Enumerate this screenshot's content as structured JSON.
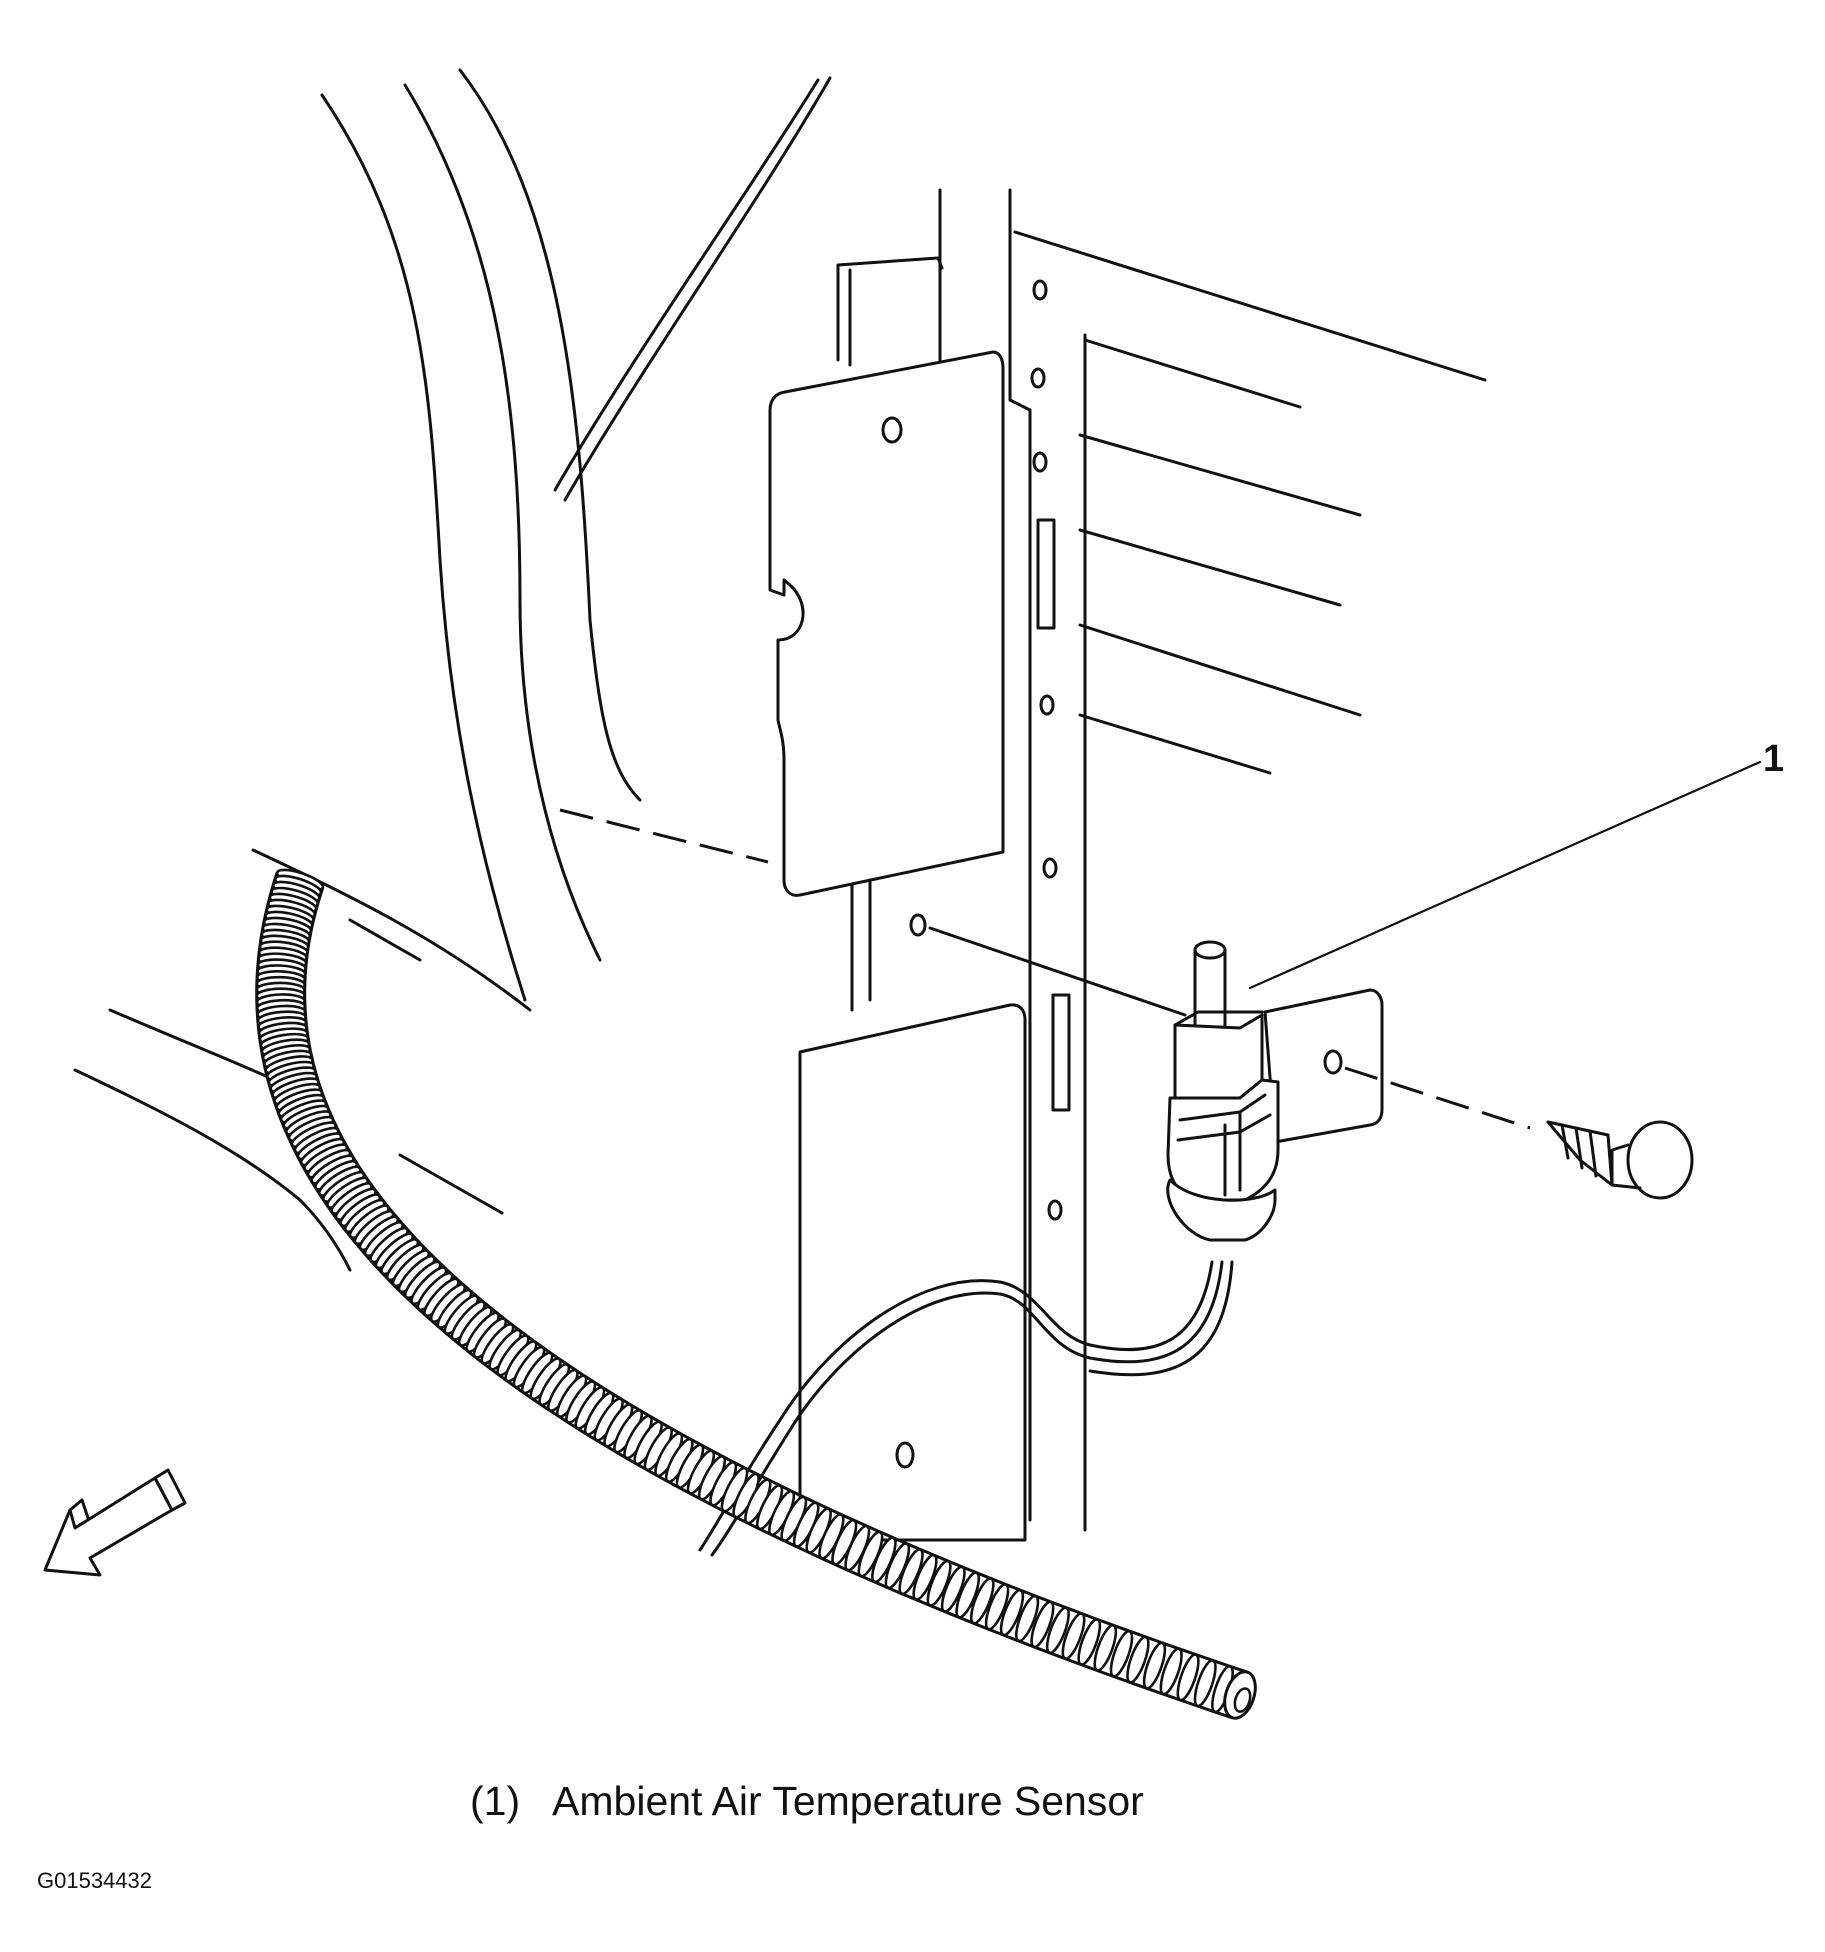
{
  "figure": {
    "caption_number": "(1)",
    "caption_text": "Ambient Air Temperature Sensor",
    "figure_id": "G01534432",
    "callouts": [
      {
        "number": "1",
        "part": "ambient-air-temperature-sensor"
      }
    ],
    "parts_depicted": [
      "ambient-air-temperature-sensor",
      "sensor-mounting-bracket",
      "push-pin-retainer",
      "wiring-harness-conduit",
      "radiator-support-panel",
      "front-direction-arrow"
    ]
  }
}
